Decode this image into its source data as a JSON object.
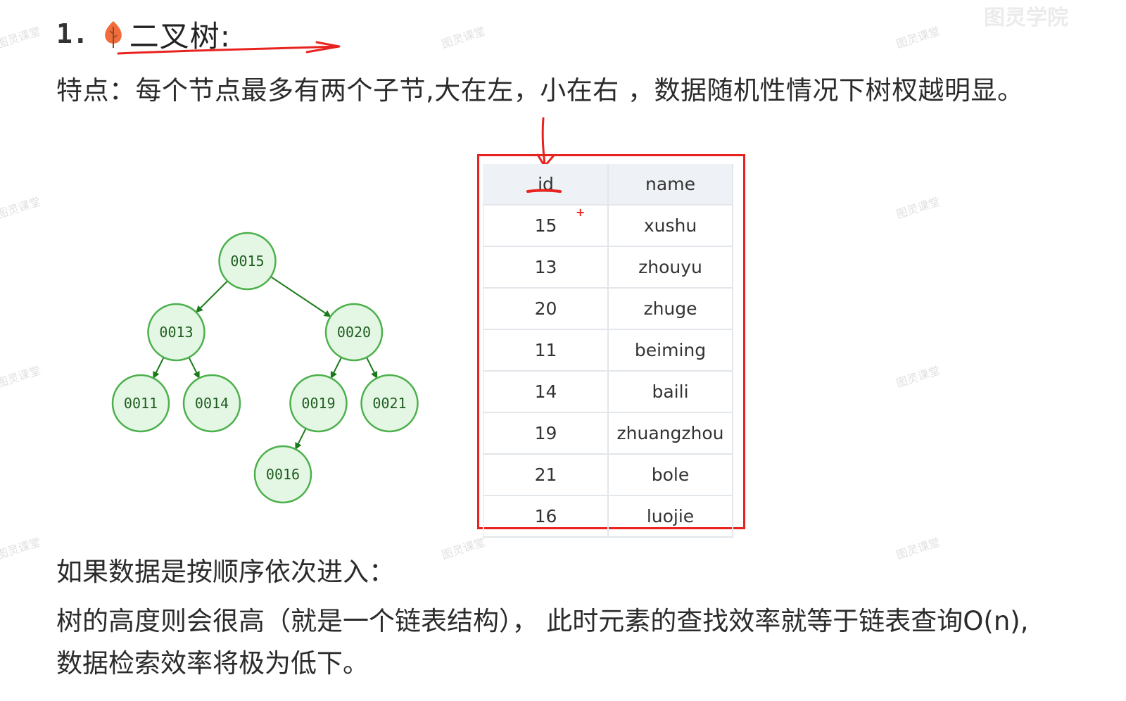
{
  "heading": {
    "number": "1.",
    "title": "二叉树:"
  },
  "description": "特点：每个节点最多有两个子节,大在左，小在右 ，数据随机性情况下树杈越明显。",
  "tree": {
    "nodes": [
      {
        "label": "0015",
        "col": 3,
        "row": 0
      },
      {
        "label": "0013",
        "col": 1,
        "row": 1
      },
      {
        "label": "0020",
        "col": 6,
        "row": 1
      },
      {
        "label": "0011",
        "col": 0,
        "row": 2
      },
      {
        "label": "0014",
        "col": 2,
        "row": 2
      },
      {
        "label": "0019",
        "col": 5,
        "row": 2
      },
      {
        "label": "0021",
        "col": 7,
        "row": 2
      },
      {
        "label": "0016",
        "col": 4,
        "row": 3
      }
    ],
    "edges": [
      [
        0,
        1
      ],
      [
        0,
        2
      ],
      [
        1,
        3
      ],
      [
        1,
        4
      ],
      [
        2,
        5
      ],
      [
        2,
        6
      ],
      [
        5,
        7
      ]
    ],
    "node_fill": "#e4f7e4",
    "node_stroke": "#4cb04c",
    "edge_color": "#1a7a1a"
  },
  "table": {
    "headers": [
      "id",
      "name"
    ],
    "rows": [
      [
        "15",
        "xushu"
      ],
      [
        "13",
        "zhouyu"
      ],
      [
        "20",
        "zhuge"
      ],
      [
        "11",
        "beiming"
      ],
      [
        "14",
        "baili"
      ],
      [
        "19",
        "zhuangzhou"
      ],
      [
        "21",
        "bole"
      ],
      [
        "16",
        "luojie"
      ]
    ],
    "highlight_color": "#e8231f"
  },
  "annotation_plus": "+",
  "paragraphs": {
    "if_ordered": "如果数据是按顺序依次进入：",
    "consequence_line1": "树的高度则会很高（就是一个链表结构）， 此时元素的查找效率就等于链表查询O(n),",
    "consequence_line2": "数据检索效率将极为低下。"
  },
  "watermark": "图灵课堂",
  "watermark_top": "图灵学院"
}
